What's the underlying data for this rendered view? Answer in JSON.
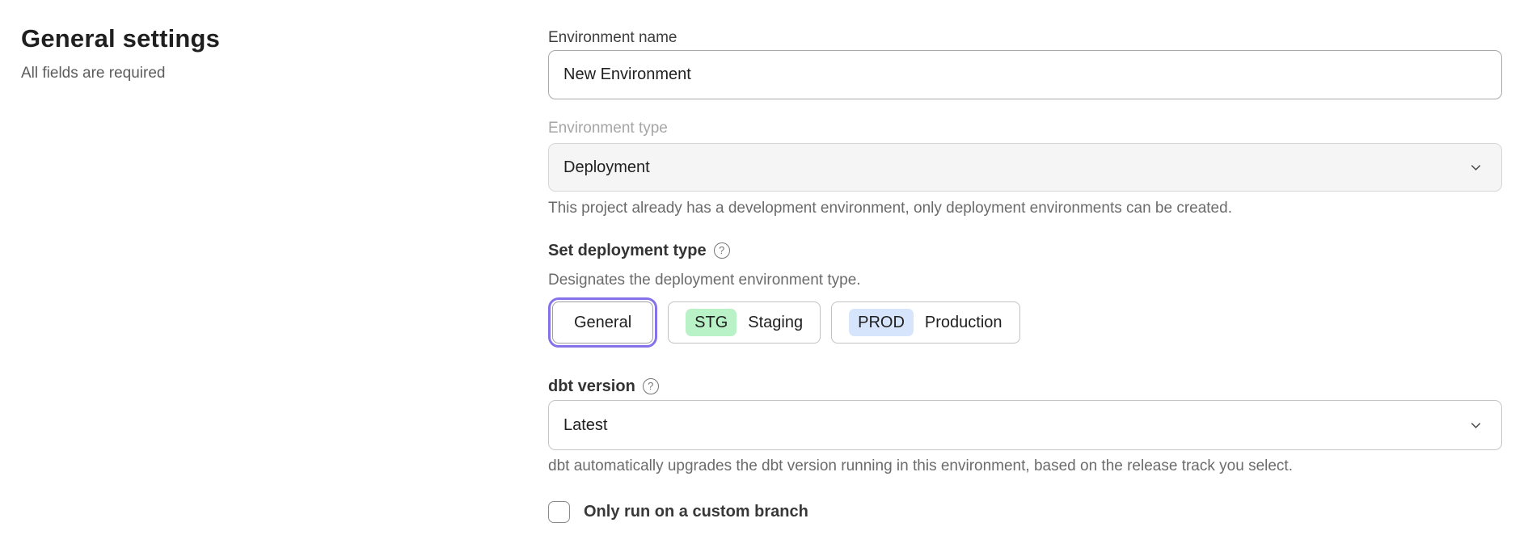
{
  "page": {
    "title": "General settings",
    "subtitle": "All fields are required"
  },
  "form": {
    "environment_name": {
      "label": "Environment name",
      "value": "New Environment"
    },
    "environment_type": {
      "label": "Environment type",
      "value": "Deployment",
      "disabled": true,
      "helper": "This project already has a development environment, only deployment environments can be created."
    },
    "deployment_type": {
      "label": "Set deployment type",
      "helper": "Designates the deployment environment type.",
      "options": [
        {
          "label": "General",
          "badge": "",
          "selected": true
        },
        {
          "label": "Staging",
          "badge": "STG",
          "badge_color": "#b9f2c6",
          "selected": false
        },
        {
          "label": "Production",
          "badge": "PROD",
          "badge_color": "#d6e5fb",
          "selected": false
        }
      ]
    },
    "dbt_version": {
      "label": "dbt version",
      "value": "Latest",
      "helper": "dbt automatically upgrades the dbt version running in this environment, based on the release track you select."
    },
    "custom_branch": {
      "label": "Only run on a custom branch",
      "checked": false
    }
  },
  "icons": {
    "help": "help-circle-icon",
    "chevron": "chevron-down-icon"
  },
  "colors": {
    "selected_ring": "#8672e8",
    "staging_badge": "#b9f2c6",
    "production_badge": "#d6e5fb",
    "disabled_field_bg": "#f5f5f5",
    "helper_text": "#6b6b6b"
  }
}
